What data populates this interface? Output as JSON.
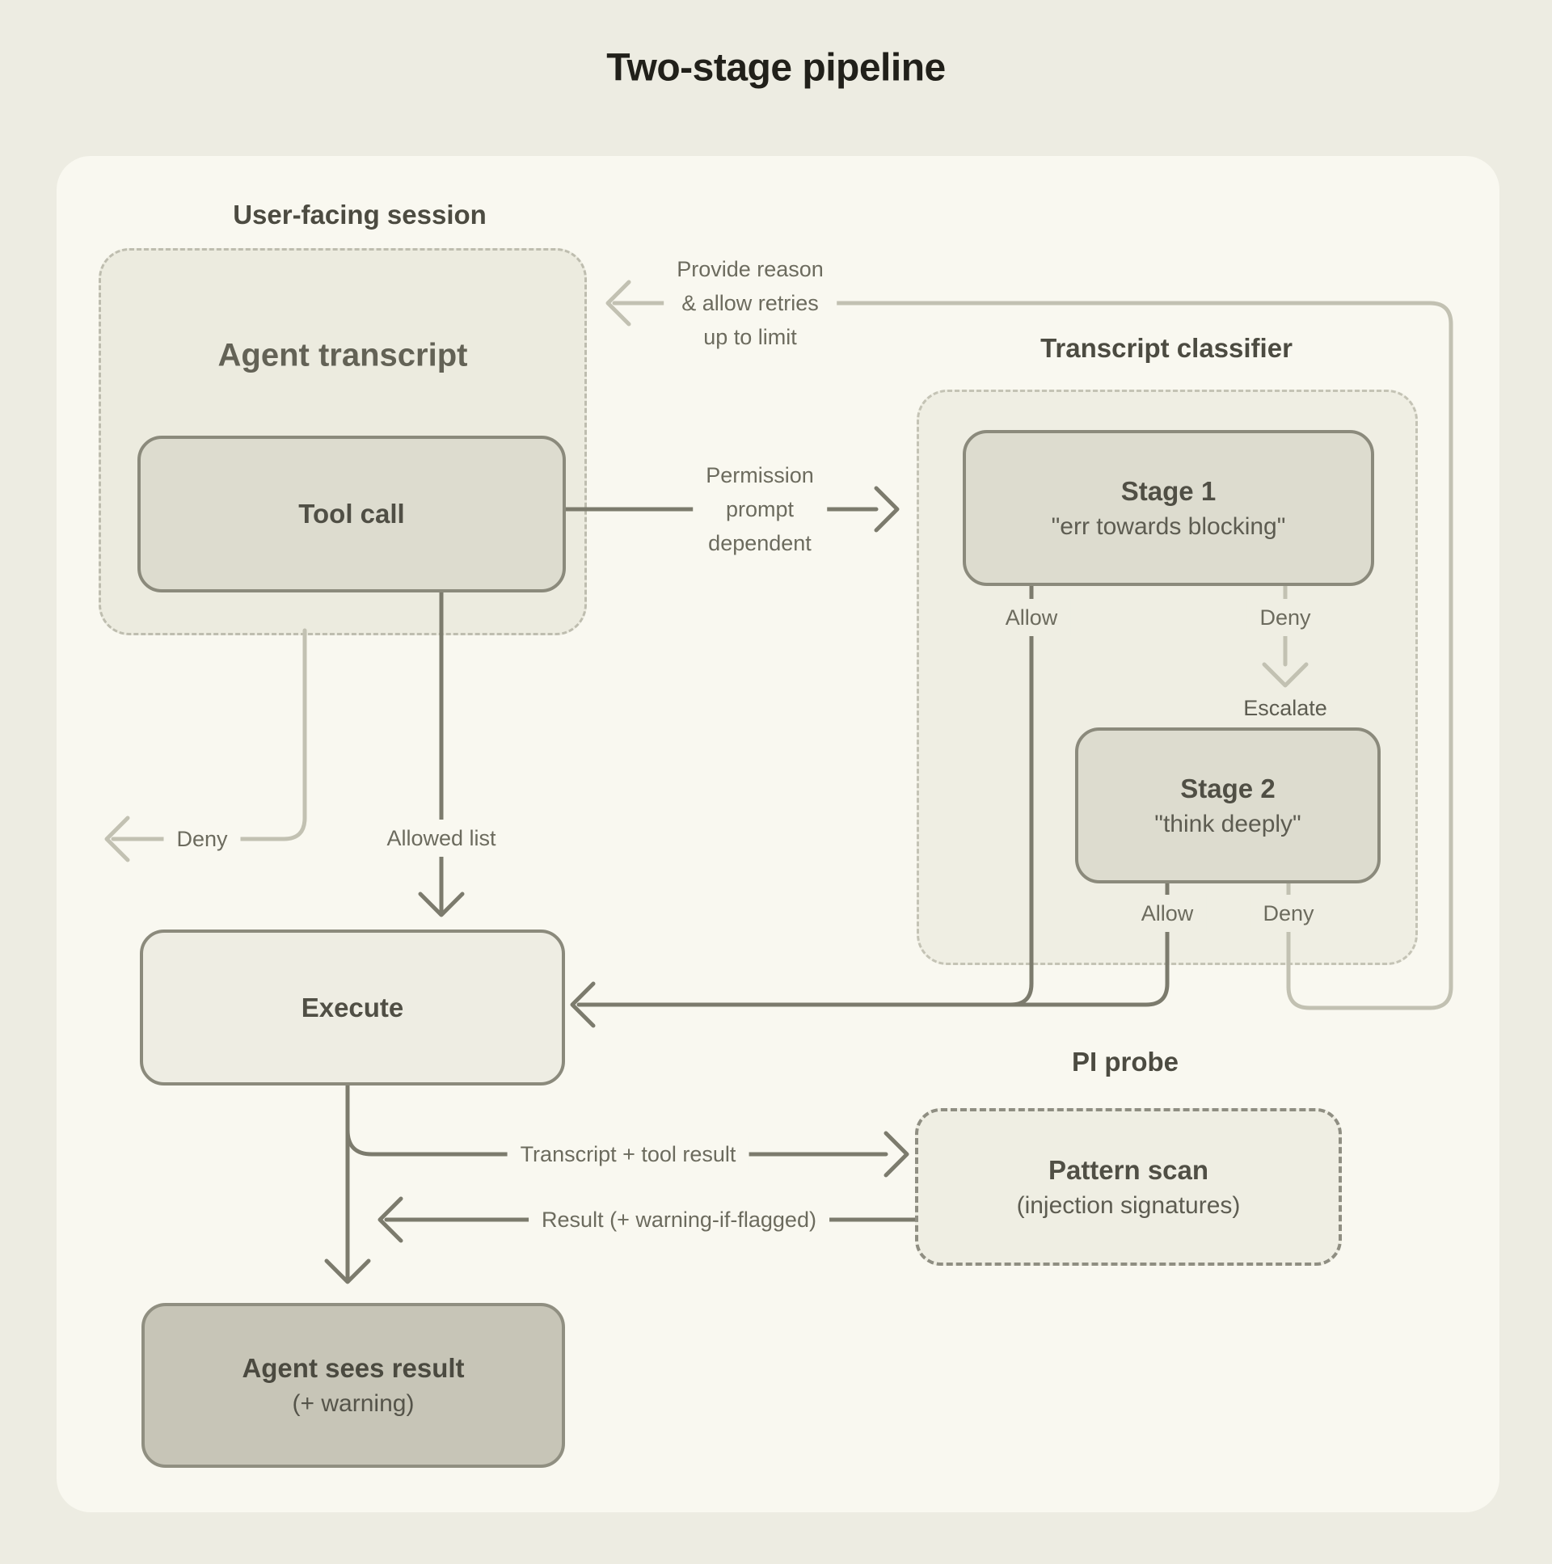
{
  "title": "Two-stage pipeline",
  "sections": {
    "user_facing": {
      "heading": "User-facing session",
      "box_title": "Agent transcript"
    },
    "classifier": {
      "heading": "Transcript classifier"
    },
    "pi_probe": {
      "heading": "PI probe"
    }
  },
  "nodes": {
    "tool_call": {
      "label": "Tool call"
    },
    "stage1": {
      "label": "Stage 1",
      "sub": "\"err towards blocking\""
    },
    "stage2": {
      "label": "Stage 2",
      "sub": "\"think deeply\""
    },
    "execute": {
      "label": "Execute"
    },
    "pattern_scan": {
      "label": "Pattern scan",
      "sub": "(injection signatures)"
    },
    "agent_sees_result": {
      "label": "Agent sees result",
      "sub": "(+ warning)"
    }
  },
  "edges": {
    "provide_reason": {
      "line1": "Provide reason",
      "line2": "& allow retries",
      "line3": "up to limit"
    },
    "permission": {
      "line1": "Permission",
      "line2": "prompt",
      "line3": "dependent"
    },
    "stage1_allow": "Allow",
    "stage1_deny": "Deny",
    "escalate": "Escalate",
    "stage2_allow": "Allow",
    "stage2_deny": "Deny",
    "user_deny": "Deny",
    "allowed_list": "Allowed list",
    "transcript_result": "Transcript + tool result",
    "result_warning": "Result (+ warning-if-flagged)"
  },
  "colors": {
    "page_bg": "#EDECE2",
    "canvas_bg": "#F9F8F0",
    "session_box_fill": "#ECEBDF",
    "classifier_box_fill": "#EFEEE3",
    "node_fill": "#DDDCCF",
    "execute_fill": "#EEEDE3",
    "result_fill": "#C7C5B7",
    "node_border": "#8B8A7C",
    "dark_line": "#7C7B6D",
    "light_line": "#C2C1B2",
    "title_text": "#21201A",
    "heading_text": "#4C4B41",
    "edge_text": "#6C6B5E"
  }
}
